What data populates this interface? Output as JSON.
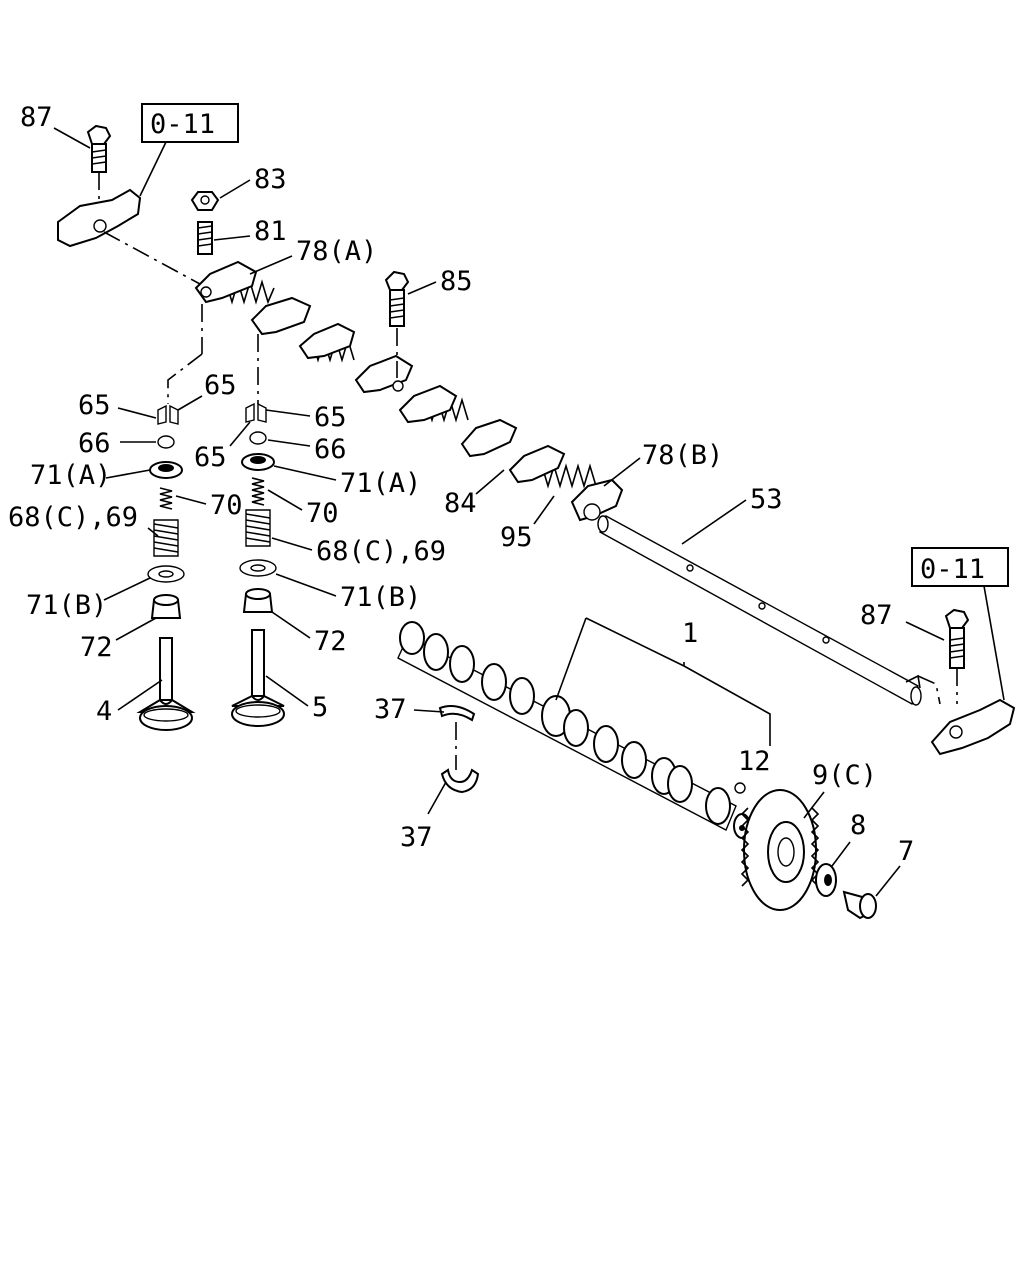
{
  "labels": {
    "p87_top": "87",
    "ref_top": "0-11",
    "p83": "83",
    "p81": "81",
    "p78a": "78(A)",
    "p85": "85",
    "p65_l1": "65",
    "p65_l2": "65",
    "p65_r1": "65",
    "p65_r2": "65",
    "p66_l": "66",
    "p66_r": "66",
    "p71a_l": "71(A)",
    "p71a_r": "71(A)",
    "p70_l": "70",
    "p70_r": "70",
    "p68c69_l": "68(C),69",
    "p68c69_r": "68(C),69",
    "p71b_l": "71(B)",
    "p71b_r": "71(B)",
    "p72_l": "72",
    "p72_r": "72",
    "p4": "4",
    "p5": "5",
    "p78b": "78(B)",
    "p84": "84",
    "p95": "95",
    "p53": "53",
    "ref_right": "0-11",
    "p87_right": "87",
    "p1": "1",
    "p37_top": "37",
    "p37_bottom": "37",
    "p12": "12",
    "p9c": "9(C)",
    "p8": "8",
    "p7": "7"
  }
}
